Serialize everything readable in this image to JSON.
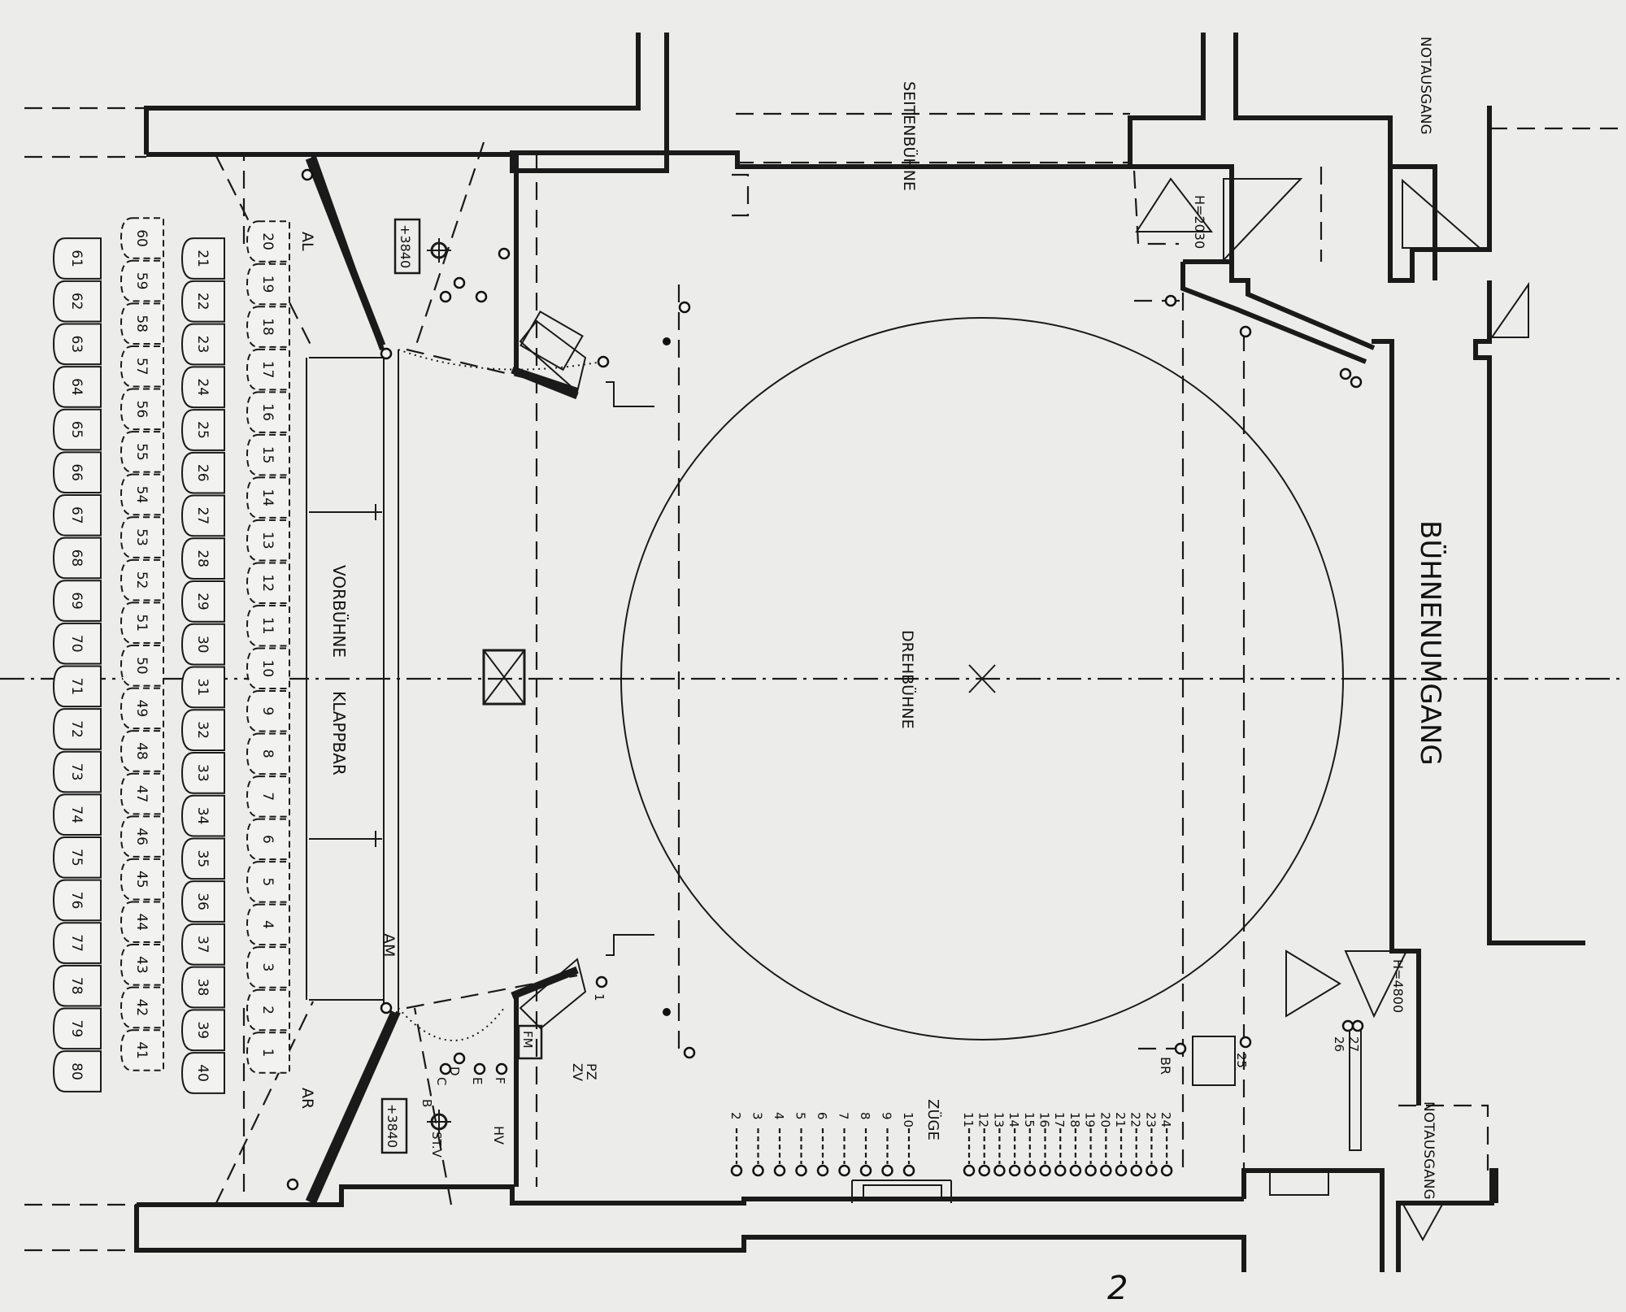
{
  "labels": {
    "seitenbuehne": "SEITENBÜHNE",
    "notausgang_top": "NOTAUSGANG",
    "notausgang_bottom": "NOTAUSGANG",
    "buehnenumgang": "BÜHNENUMGANG",
    "drehbuehne": "DREHBÜHNE",
    "vorbuehne": "VORBÜHNE",
    "klappbar": "KLAPPBAR",
    "al": "AL",
    "am": "AM",
    "ar": "AR",
    "elev_top": "+3840",
    "elev_bottom": "+3840",
    "h2030": "H=2030",
    "h4800": "H=4800",
    "zuege": "ZÜGE",
    "fm": "FM",
    "pz": "PZ",
    "zv": "ZV",
    "hv": "HV",
    "stv": "ST.V",
    "br": "BR",
    "c": "C",
    "d": "D",
    "e": "E",
    "f": "F",
    "b": "B",
    "n1": "1",
    "n25": "25",
    "n26": "26",
    "n27": "27",
    "handnote": "2"
  },
  "seats": {
    "row1": [
      "1",
      "2",
      "3",
      "4",
      "5",
      "6",
      "7",
      "8",
      "9",
      "10",
      "11",
      "12",
      "13",
      "14",
      "15",
      "16",
      "17",
      "18",
      "19",
      "20"
    ],
    "row2": [
      "21",
      "22",
      "23",
      "24",
      "25",
      "26",
      "27",
      "28",
      "29",
      "30",
      "31",
      "32",
      "33",
      "34",
      "35",
      "36",
      "37",
      "38",
      "39",
      "40"
    ],
    "row3": [
      "41",
      "42",
      "43",
      "44",
      "45",
      "46",
      "47",
      "48",
      "49",
      "50",
      "51",
      "52",
      "53",
      "54",
      "55",
      "56",
      "57",
      "58",
      "59",
      "60"
    ],
    "row4": [
      "61",
      "62",
      "63",
      "64",
      "65",
      "66",
      "67",
      "68",
      "69",
      "70",
      "71",
      "72",
      "73",
      "74",
      "75",
      "76",
      "77",
      "78",
      "79",
      "80"
    ]
  },
  "zuege_numbers": [
    "2",
    "3",
    "4",
    "5",
    "6",
    "7",
    "8",
    "9",
    "10",
    "11",
    "12",
    "13",
    "14",
    "15",
    "16",
    "17",
    "18",
    "19",
    "20",
    "21",
    "22",
    "23",
    "24"
  ]
}
